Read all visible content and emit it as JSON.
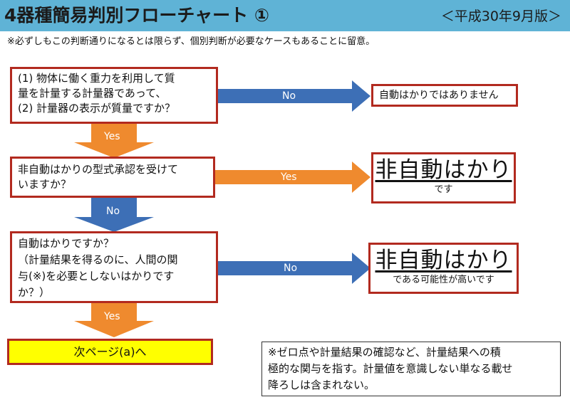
{
  "header": {
    "title": "4器種簡易判別フローチャート ①",
    "edition": "＜平成30年9月版＞"
  },
  "note_top": "※必ずしもこの判断通りになるとは限らず、個別判断が必要なケースもあることに留意。",
  "questions": {
    "q1": [
      "(1) 物体に働く重力を利用して質",
      "量を計量する計量器であって、",
      "(2) 計量器の表示が質量ですか？"
    ],
    "q2": [
      "非自動はかりの型式承認を受けて",
      "いますか？"
    ],
    "q3": [
      "自動はかりですか？",
      "（計量結果を得るのに、人間の関",
      "与(※)を必要としないはかりです",
      "か？）"
    ]
  },
  "arrow_labels": {
    "q1_no": "No",
    "q1_yes": "Yes",
    "q2_yes": "Yes",
    "q2_no": "No",
    "q3_no": "No",
    "q3_yes": "Yes"
  },
  "results": {
    "r1": "自動はかりではありません",
    "r2": {
      "big": "非自動はかり",
      "small": "です"
    },
    "r3": {
      "big": "非自動はかり",
      "small": "である可能性が高いです"
    },
    "next": "次ページ(a)へ"
  },
  "footnote": [
    "※ゼロ点や計量結果の確認など、計量結果への積",
    "極的な関与を指す。計量値を意識しない単なる載せ",
    "降ろしは含まれない。"
  ],
  "colors": {
    "header_bg": "#5fb3d6",
    "box_border": "#b22a1f",
    "blue_arrow": "#3d6fb6",
    "orange_arrow": "#ef8a2e",
    "yellow_box": "#ffff00"
  }
}
